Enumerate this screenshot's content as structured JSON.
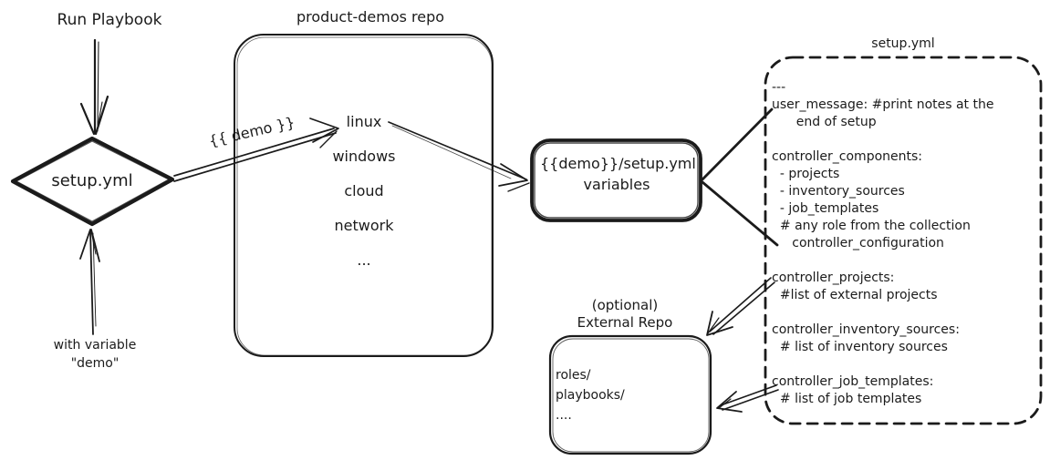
{
  "diagram": {
    "colors": {
      "ink": "#1b1b1b",
      "background": "#ffffff"
    },
    "run_playbook_label": "Run Playbook",
    "start_node_label": "setup.yml",
    "with_variable_lines": [
      "with variable",
      "\"demo\""
    ],
    "demo_arrow_label": "{{ demo }}",
    "repo": {
      "title": "product-demos repo",
      "items": [
        "linux",
        "windows",
        "cloud",
        "network",
        "..."
      ]
    },
    "variables_box": {
      "lines": [
        "{{demo}}/setup.yml",
        "variables"
      ]
    },
    "setup_yml": {
      "title": "setup.yml",
      "lines": [
        "---",
        "user_message: #print notes at the",
        "      end of setup",
        "",
        "controller_components:",
        "  - projects",
        "  - inventory_sources",
        "  - job_templates",
        "  # any role from the collection",
        "     controller_configuration",
        "",
        "controller_projects:",
        "  #list of external projects",
        "",
        "controller_inventory_sources:",
        "  # list of inventory sources",
        "",
        "controller_job_templates:",
        "  # list of job templates"
      ]
    },
    "external_repo": {
      "title_lines": [
        "(optional)",
        "External Repo"
      ],
      "items": [
        "roles/",
        "playbooks/",
        "...."
      ]
    }
  }
}
